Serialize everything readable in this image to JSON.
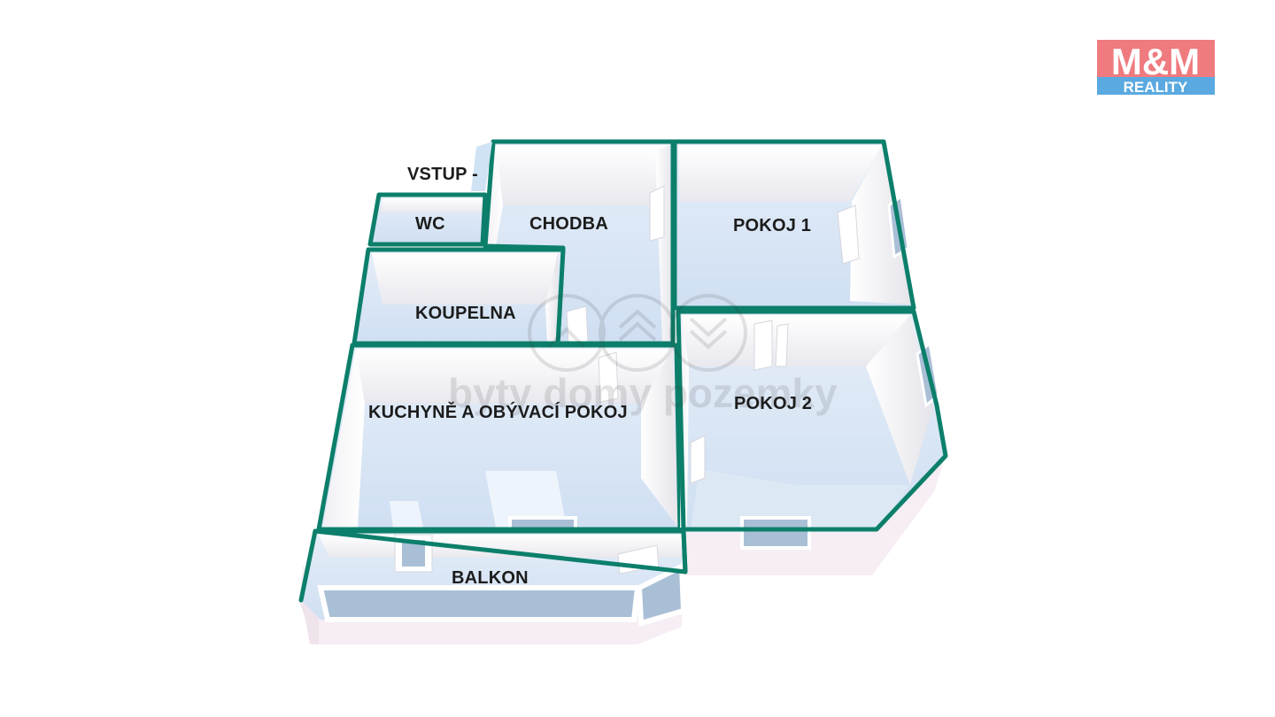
{
  "logo": {
    "brand": "M&M",
    "sub": "REALITY",
    "colors": {
      "brand_bg": "#ef7b7f",
      "sub_bg": "#5aa9e0",
      "text": "#ffffff"
    }
  },
  "watermark": {
    "text": "byty domy pozemky",
    "icon": "house-circles-icon"
  },
  "floorplan": {
    "entrance_label": "VSTUP -",
    "rooms": [
      {
        "id": "wc",
        "label": "WC"
      },
      {
        "id": "chodba",
        "label": "CHODBA"
      },
      {
        "id": "pokoj1",
        "label": "POKOJ 1"
      },
      {
        "id": "koupelna",
        "label": "KOUPELNA"
      },
      {
        "id": "kuchyne",
        "label": "KUCHYNĚ A OBÝVACÍ POKOJ"
      },
      {
        "id": "pokoj2",
        "label": "POKOJ 2"
      },
      {
        "id": "balkon",
        "label": "BALKON"
      }
    ],
    "colors": {
      "wall_top": "#0c7f6b",
      "wall_face": "#f7f7f9",
      "floor": "#dbe8f7",
      "floor_light": "#eef4fb",
      "exterior": "#f6eef4",
      "window": "#a9bfd6"
    }
  }
}
